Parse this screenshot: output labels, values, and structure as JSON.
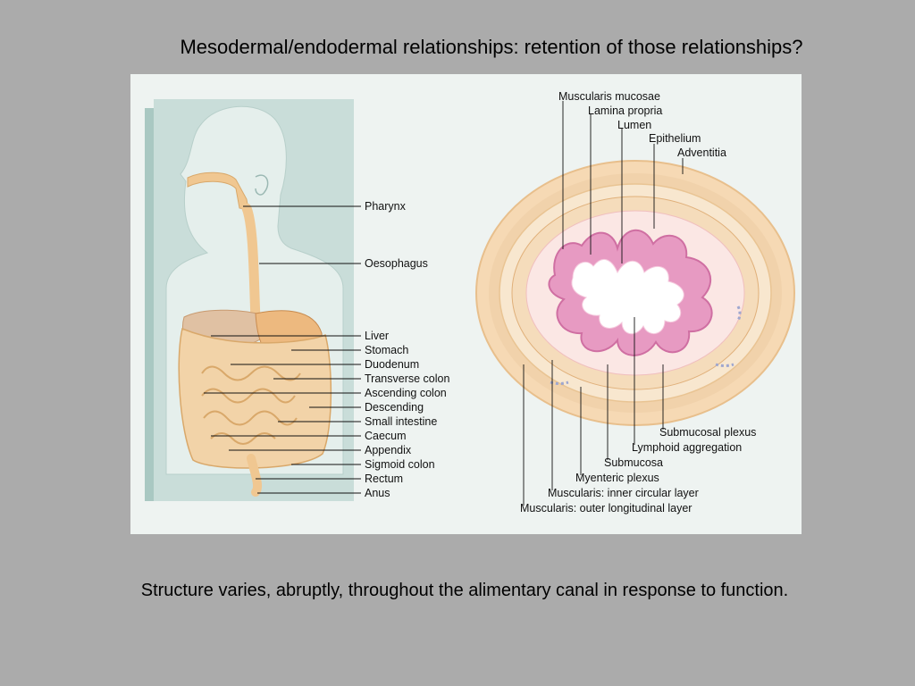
{
  "slide": {
    "title": "Mesodermal/endodermal relationships: retention of those relationships?",
    "caption": "Structure varies, abruptly, throughout the alimentary canal in response to function."
  },
  "colors": {
    "background": "#ababab",
    "figure_bg": "#eef3f1",
    "body_silhouette": "#c7dcd8",
    "organ_orange": "#f0c791",
    "mucosa_pink": "#e79ac2"
  },
  "figure": {
    "digestive_labels": [
      "Pharynx",
      "Oesophagus",
      "Liver",
      "Stomach",
      "Duodenum",
      "Transverse colon",
      "Ascending colon",
      "Descending",
      "Small intestine",
      "Caecum",
      "Appendix",
      "Sigmoid colon",
      "Rectum",
      "Anus"
    ],
    "cross_section_top_labels": [
      "Muscularis mucosae",
      "Lamina propria",
      "Lumen",
      "Epithelium",
      "Adventitia"
    ],
    "cross_section_bottom_labels": [
      "Submucosal plexus",
      "Lymphoid aggregation",
      "Submucosa",
      "Myenteric plexus",
      "Muscularis: inner circular layer",
      "Muscularis: outer longitudinal layer"
    ]
  }
}
